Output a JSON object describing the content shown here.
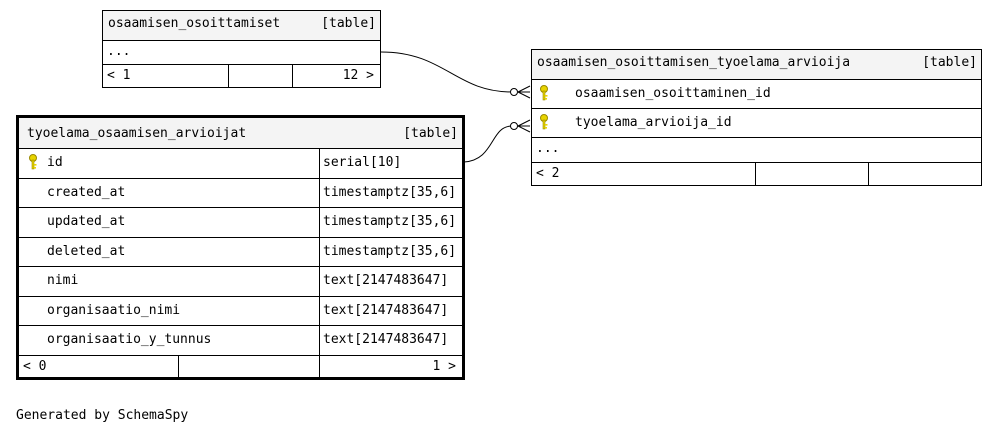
{
  "tables": {
    "osaamisen_osoittamiset": {
      "name": "osaamisen_osoittamiset",
      "tag": "[table]",
      "ellipsis": "...",
      "footer": {
        "left": "< 1",
        "right": "12 >"
      }
    },
    "osaamisen_osoittamisen_tyoelama_arvioija": {
      "name": "osaamisen_osoittamisen_tyoelama_arvioija",
      "tag": "[table]",
      "columns": [
        {
          "name": "osaamisen_osoittaminen_id",
          "key": true
        },
        {
          "name": "tyoelama_arvioija_id",
          "key": true
        }
      ],
      "ellipsis": "...",
      "footer": {
        "left": "< 2",
        "right": ""
      }
    },
    "tyoelama_osaamisen_arvioijat": {
      "name": "tyoelama_osaamisen_arvioijat",
      "tag": "[table]",
      "columns": [
        {
          "name": "id",
          "type": "serial[10]",
          "key": true
        },
        {
          "name": "created_at",
          "type": "timestamptz[35,6]",
          "key": false
        },
        {
          "name": "updated_at",
          "type": "timestamptz[35,6]",
          "key": false
        },
        {
          "name": "deleted_at",
          "type": "timestamptz[35,6]",
          "key": false
        },
        {
          "name": "nimi",
          "type": "text[2147483647]",
          "key": false
        },
        {
          "name": "organisaatio_nimi",
          "type": "text[2147483647]",
          "key": false
        },
        {
          "name": "organisaatio_y_tunnus",
          "type": "text[2147483647]",
          "key": false
        }
      ],
      "footer": {
        "left": "< 0",
        "right": "1 >"
      }
    }
  },
  "colors": {
    "key": "#e8d400",
    "key_stroke": "#9a8a00",
    "header_bg": "#f4f4f4"
  },
  "credit": "Generated by SchemaSpy"
}
